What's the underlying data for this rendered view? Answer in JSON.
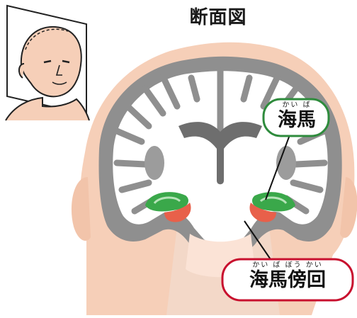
{
  "title": "断面図",
  "labels": {
    "hippocampus": {
      "ruby": "かい ば",
      "text": "海馬",
      "color": "#2e8b3c"
    },
    "parahippocampal": {
      "ruby": "かい ば  ぼう かい",
      "text": "海馬傍回",
      "color": "#c8102e"
    }
  },
  "colors": {
    "head": "#f6cfb8",
    "brain_gray": "#8f8f8f",
    "white_matter": "#ffffff",
    "hippocampus": "#3aa84a",
    "parahippocampal": "#e8604a"
  }
}
